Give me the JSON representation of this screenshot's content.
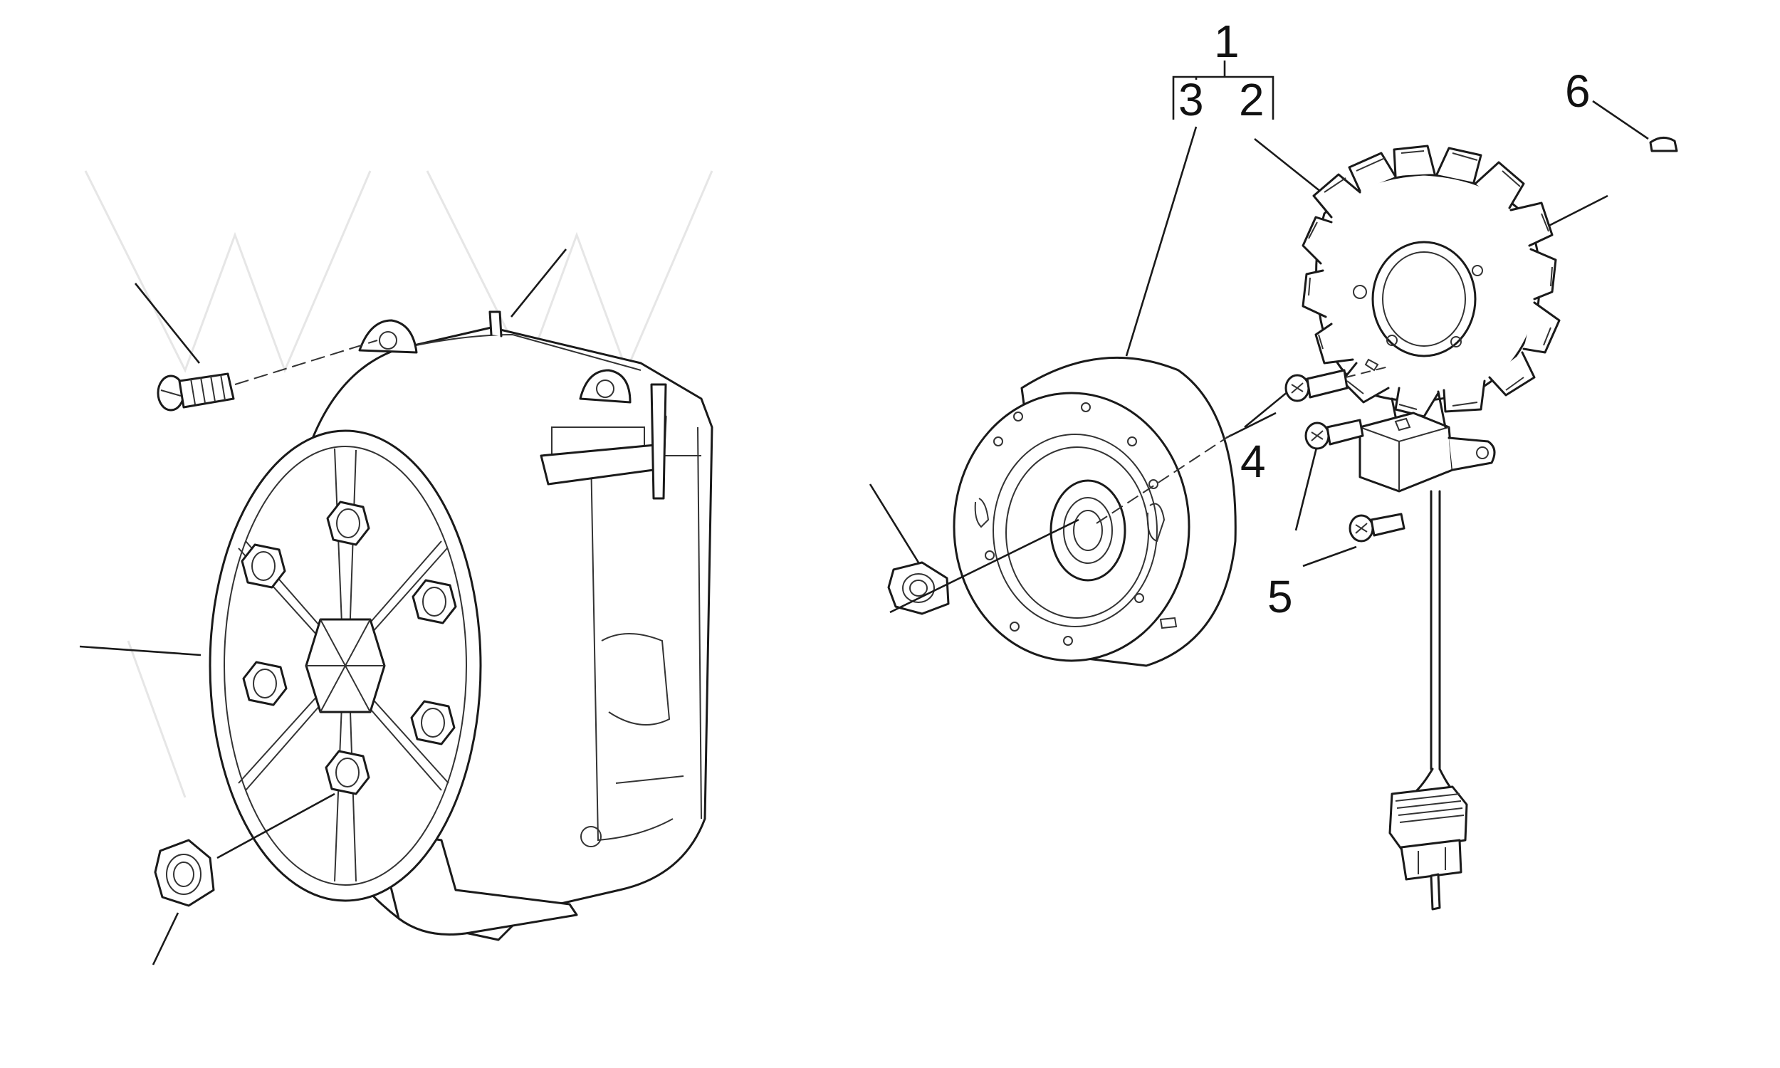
{
  "callouts": {
    "c1": "1",
    "c2": "2",
    "c3": "3",
    "c4": "4",
    "c5": "5",
    "c6": "6"
  },
  "icons": [
    "screw",
    "nut",
    "flange-nut",
    "key",
    "flywheel",
    "stator",
    "fan-cover"
  ],
  "colors": {
    "line": "#1a1a1a",
    "background": "#ffffff"
  }
}
